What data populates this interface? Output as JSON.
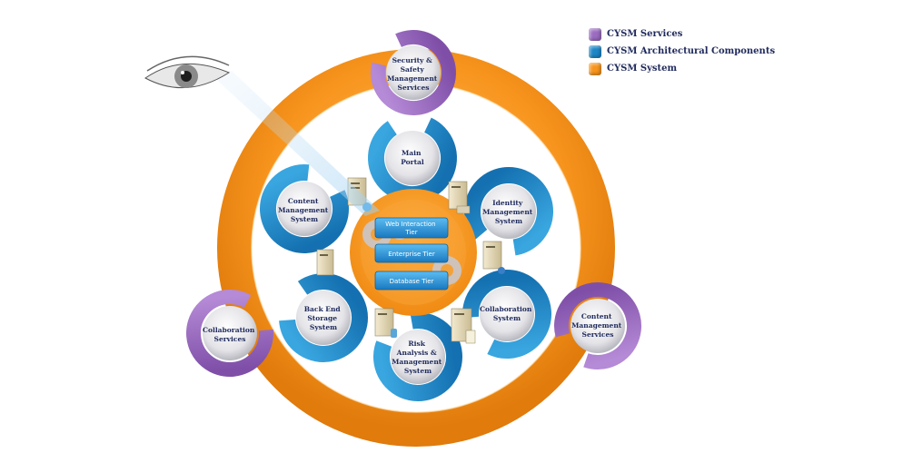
{
  "legend": [
    {
      "label": "CYSM Services",
      "color": "#9b6cc0"
    },
    {
      "label": "CYSM Architectural Components",
      "color": "#1c86c6"
    },
    {
      "label": "CYSM System",
      "color": "#f7941d"
    }
  ],
  "services": {
    "security": [
      "Security &",
      "Safety",
      "Management",
      "Services"
    ],
    "collaboration": [
      "Collaboration",
      "Services"
    ],
    "content": [
      "Content",
      "Management",
      "Services"
    ]
  },
  "components": {
    "main_portal": [
      "Main",
      "Portal"
    ],
    "identity": [
      "Identity",
      "Management",
      "System"
    ],
    "collaboration": [
      "Collaboration",
      "System"
    ],
    "risk": [
      "Risk",
      "Analysis &",
      "Management",
      "System"
    ],
    "backend": [
      "Back End",
      "Storage",
      "System"
    ],
    "content": [
      "Content",
      "Management",
      "System"
    ]
  },
  "tiers": {
    "web": [
      "Web Interaction",
      "Tier"
    ],
    "enterprise": "Enterprise Tier",
    "database": "Database Tier"
  },
  "icons": [
    "eye-icon",
    "server-icon",
    "gear-icon",
    "globe-icon",
    "user-icon",
    "database-icon",
    "document-icon"
  ],
  "colors": {
    "service": "#9b6cc0",
    "component": "#1c86c6",
    "system": "#f7941d",
    "text": "#1f2a5c"
  }
}
